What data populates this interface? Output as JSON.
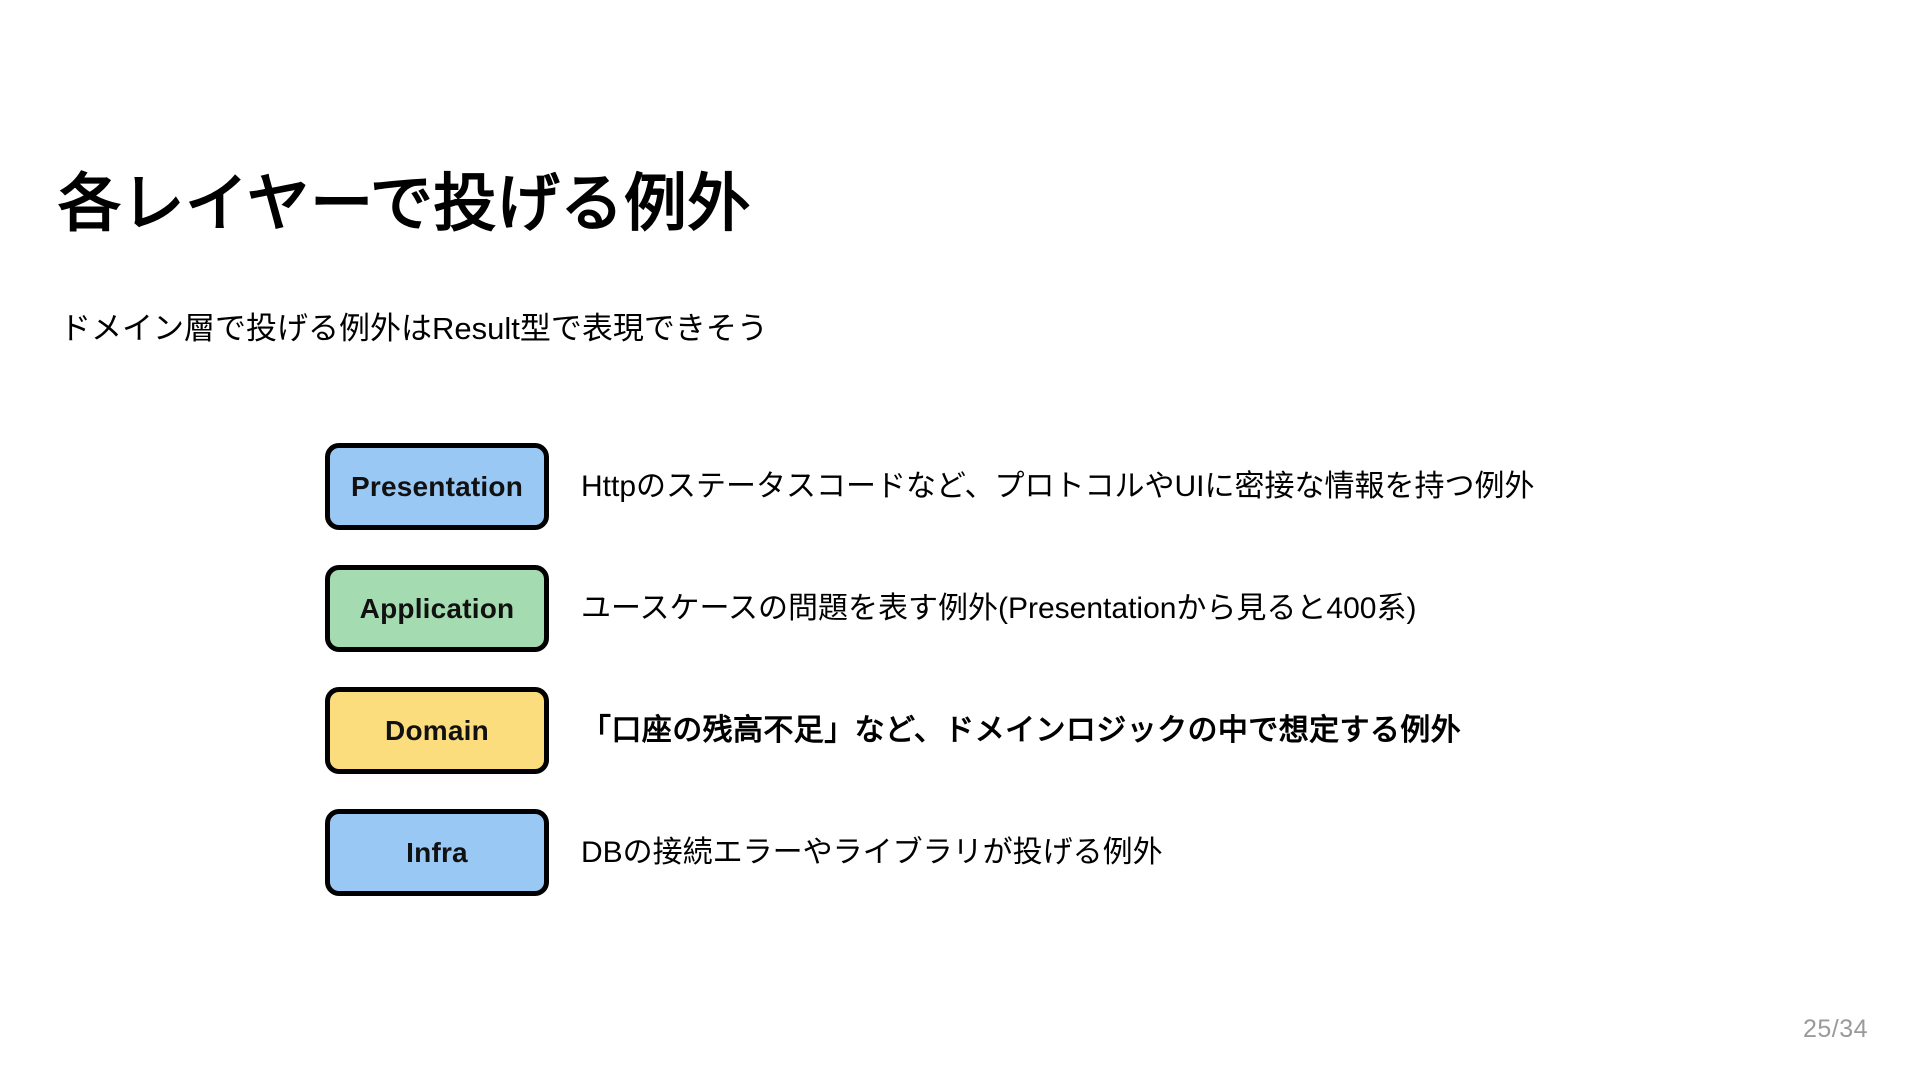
{
  "slide": {
    "title": "各レイヤーで投げる例外",
    "subtitle": "ドメイン層で投げる例外はResult型で表現できそう",
    "page_number": "25/34",
    "background_color": "#ffffff",
    "text_color": "#000000",
    "page_number_color": "#9a9a9a"
  },
  "layers": [
    {
      "label": "Presentation",
      "description": "Httpのステータスコードなど、プロトコルやUIに密接な情報を持つ例外",
      "fill_color": "#9ac8f5",
      "border_color": "#000000",
      "emphasis": false
    },
    {
      "label": "Application",
      "description": "ユースケースの問題を表す例外(Presentationから見ると400系)",
      "fill_color": "#a5dbb0",
      "border_color": "#000000",
      "emphasis": false
    },
    {
      "label": "Domain",
      "description": "「口座の残高不足」など、ドメインロジックの中で想定する例外",
      "fill_color": "#fbdd7e",
      "border_color": "#000000",
      "emphasis": true
    },
    {
      "label": "Infra",
      "description": "DBの接続エラーやライブラリが投げる例外",
      "fill_color": "#9ac8f5",
      "border_color": "#000000",
      "emphasis": false
    }
  ]
}
